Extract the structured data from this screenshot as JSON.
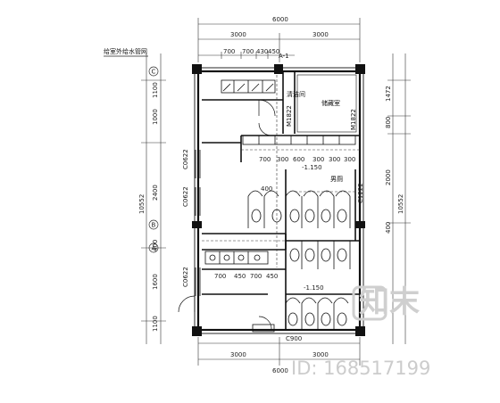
{
  "title": "给室外给水管网",
  "dims_top": {
    "total": "6000",
    "left": "3000",
    "right": "3000",
    "segments": [
      "700",
      "700",
      "430",
      "450"
    ],
    "axis_mark": "A-1"
  },
  "dims_bottom": {
    "total": "6000",
    "left": "3000",
    "right": "3000",
    "mid_label": "C900"
  },
  "dims_left": {
    "total": "10552",
    "segments": [
      "1100",
      "1000",
      "2400",
      "400",
      "1600",
      "1100"
    ],
    "axis_marks": [
      "C",
      "B",
      "A"
    ]
  },
  "dims_right": {
    "total": "10552",
    "segments": [
      "1472",
      "800",
      "2000",
      "400"
    ]
  },
  "rooms": {
    "storage": "储藏室",
    "cleaning": "清洁间",
    "male_toilet": "男厕"
  },
  "windows": [
    "C0622",
    "C0622",
    "C0622"
  ],
  "doors": [
    "M1822",
    "M1822",
    "C1222"
  ],
  "levels": [
    "-1.150",
    "-1.150"
  ],
  "inner_dims": [
    "700",
    "300",
    "600",
    "300",
    "300",
    "300",
    "400",
    "700",
    "450",
    "700",
    "450"
  ],
  "watermark": {
    "logo": "知末",
    "id": "ID: 168517199"
  }
}
